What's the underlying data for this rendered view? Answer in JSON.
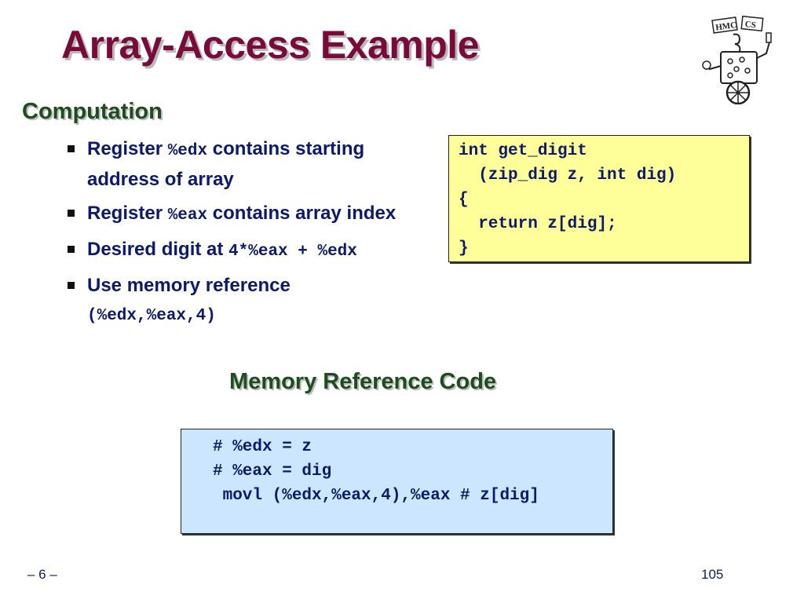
{
  "slide": {
    "title": "Array-Access Example",
    "section1": "Computation",
    "bullets": [
      {
        "pre": "Register ",
        "code": "%edx",
        "post": " contains starting address of array"
      },
      {
        "pre": "Register ",
        "code": "%eax",
        "post": " contains array index"
      },
      {
        "pre": "Desired digit at ",
        "code": "4*%eax + %edx",
        "post": ""
      },
      {
        "pre": "Use memory reference ",
        "code": "(%edx,%eax,4)",
        "post": ""
      }
    ],
    "c_code": "int get_digit\n  (zip_dig z, int dig)\n{\n  return z[dig];\n}",
    "section2": "Memory Reference Code",
    "asm_code": "# %edx = z\n# %eax = dig\n movl (%edx,%eax,4),%eax # z[dig]",
    "page_label": "– 6 –",
    "slide_number": "105",
    "logo": {
      "text_left": "HMC",
      "text_right": "CS"
    }
  }
}
